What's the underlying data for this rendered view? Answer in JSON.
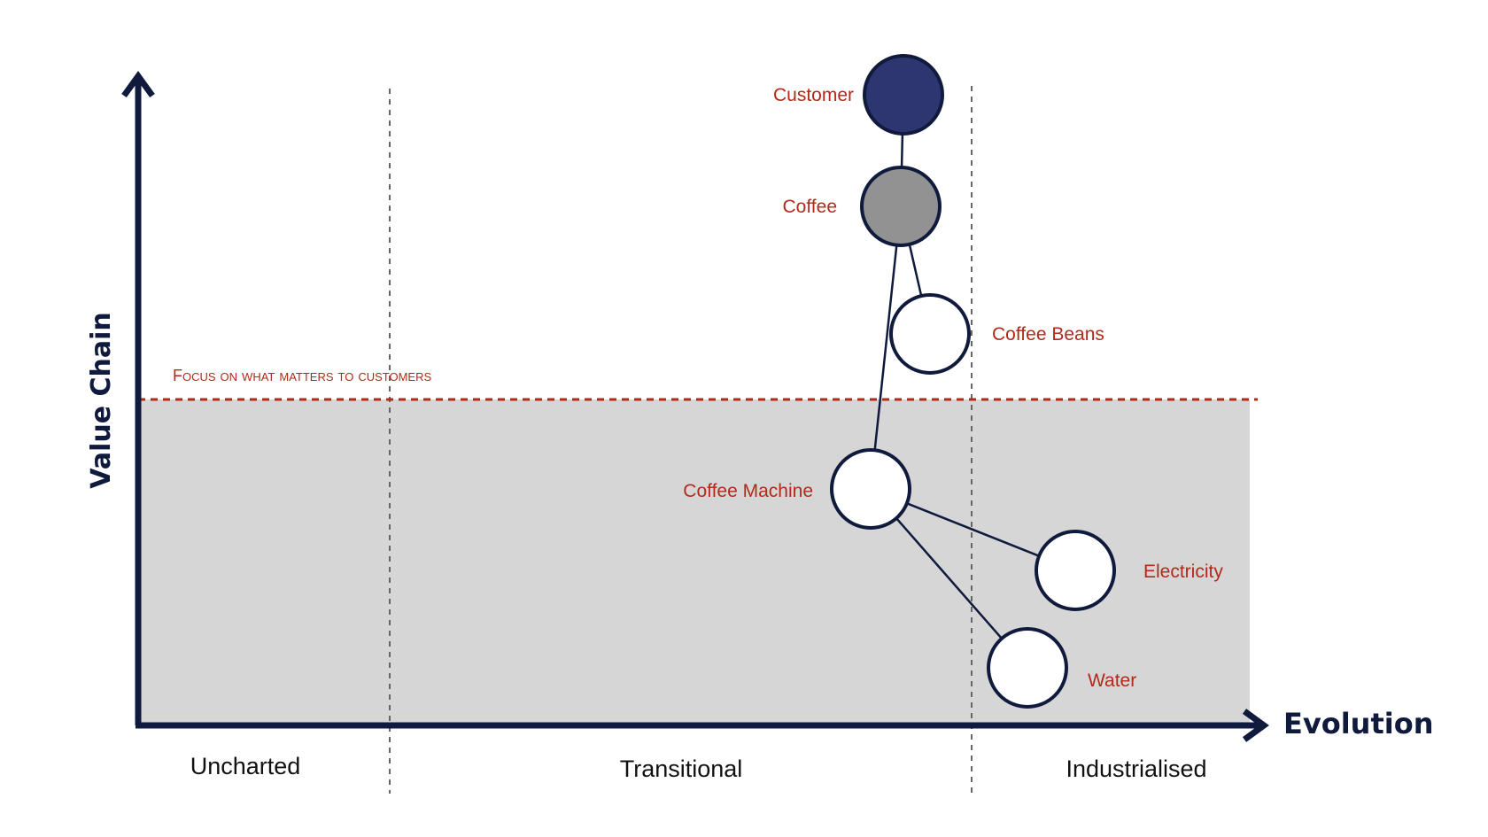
{
  "axes": {
    "y_label": "Value Chain",
    "x_label": "Evolution"
  },
  "stages": [
    "Uncharted",
    "Transitional",
    "Industrialised"
  ],
  "focus_line_label": "Focus on what matters to customers",
  "nodes": {
    "customer": "Customer",
    "coffee": "Coffee",
    "coffee_beans": "Coffee Beans",
    "coffee_machine": "Coffee Machine",
    "electricity": "Electricity",
    "water": "Water"
  },
  "colors": {
    "axis": "#0f1a3c",
    "customer_fill": "#2e3672",
    "coffee_fill": "#929292",
    "label": "#b22a1a",
    "below_line_area": "#d6d6d6"
  }
}
